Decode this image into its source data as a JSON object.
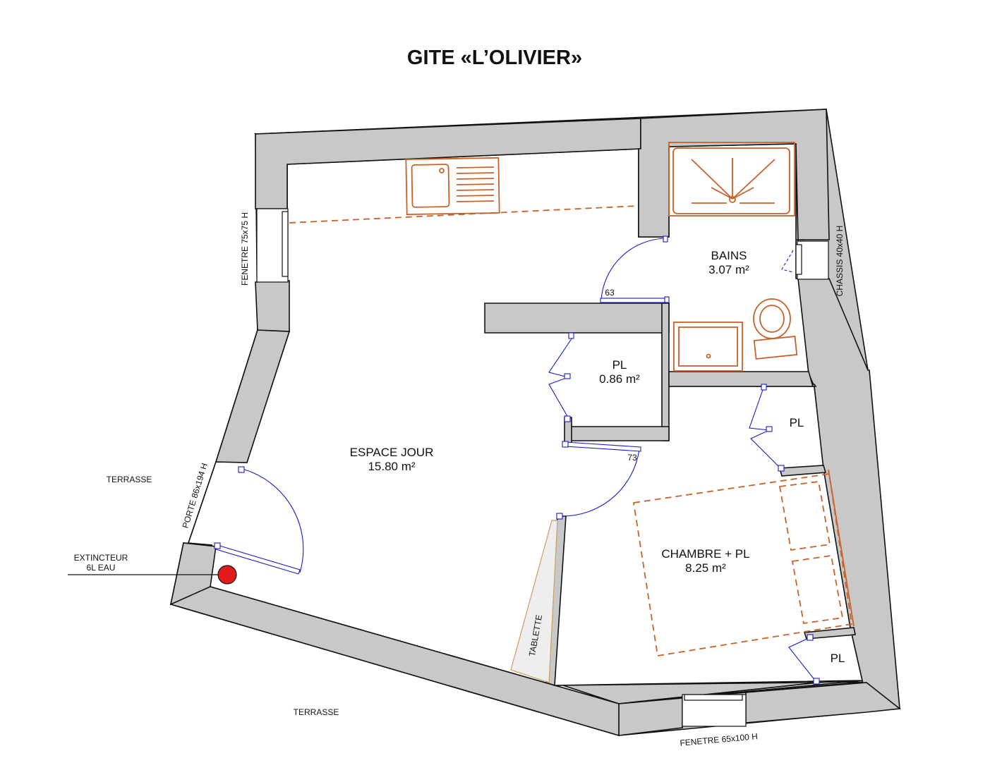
{
  "title": "GITE «L’OLIVIER»",
  "rooms": {
    "espace_jour": {
      "name": "ESPACE JOUR",
      "area": "15.80 m²"
    },
    "bains": {
      "name": "BAINS",
      "area": "3.07 m²"
    },
    "pl_center": {
      "name": "PL",
      "area": "0.86 m²"
    },
    "chambre": {
      "name": "CHAMBRE + PL",
      "area": "8.25 m²"
    },
    "pl_right": {
      "name": "PL"
    },
    "pl_bottom": {
      "name": "PL"
    }
  },
  "labels": {
    "terrasse_left": "TERRASSE",
    "terrasse_bottom": "TERRASSE",
    "extincteur_line1": "EXTINCTEUR",
    "extincteur_line2": "6L EAU",
    "tablette": "TABLETTE",
    "fenetre_left": "FENETRE 75x75 H",
    "chassis": "CHASSIS 40x40 H",
    "porte": "PORTE 86x194 H",
    "fenetre_bottom": "FENETRE 65x100 H",
    "door_63": "63",
    "door_73": "73"
  },
  "colors": {
    "wall": "#c8c8c8",
    "furniture": "#c8612a",
    "door": "#1a1acc",
    "extinguisher": "#e11b1b"
  }
}
